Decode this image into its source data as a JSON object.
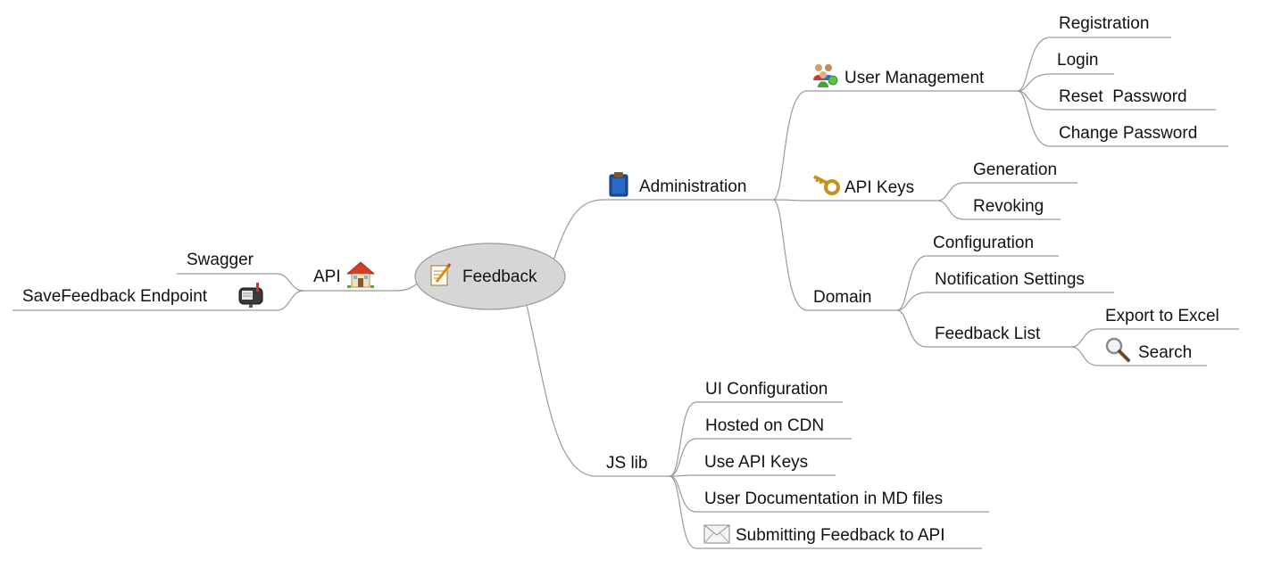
{
  "root": {
    "label": "Feedback",
    "icon": "memo-pencil-icon"
  },
  "api": {
    "label": "API",
    "icon": "house-icon",
    "children": [
      {
        "label": "Swagger"
      },
      {
        "label": "SaveFeedback Endpoint",
        "icon": "mailbox-icon"
      }
    ]
  },
  "administration": {
    "label": "Administration",
    "icon": "clipboard-icon",
    "user_management": {
      "label": "User Management",
      "icon": "users-icon",
      "children": [
        {
          "label": "Registration"
        },
        {
          "label": "Login"
        },
        {
          "label": "Reset  Password"
        },
        {
          "label": "Change Password"
        }
      ]
    },
    "api_keys": {
      "label": "API Keys",
      "icon": "key-icon",
      "children": [
        {
          "label": "Generation"
        },
        {
          "label": "Revoking"
        }
      ]
    },
    "domain": {
      "label": "Domain",
      "children": [
        {
          "label": "Configuration"
        },
        {
          "label": "Notification Settings"
        },
        {
          "label": "Feedback List"
        }
      ],
      "feedback_list_children": [
        {
          "label": "Export to Excel"
        },
        {
          "label": "Search",
          "icon": "magnifier-icon"
        }
      ]
    }
  },
  "js_lib": {
    "label": "JS lib",
    "children": [
      {
        "label": "UI Configuration"
      },
      {
        "label": "Hosted on CDN"
      },
      {
        "label": "Use API Keys"
      },
      {
        "label": "User Documentation in MD files"
      },
      {
        "label": "Submitting Feedback to API",
        "icon": "envelope-icon"
      }
    ]
  },
  "colors": {
    "root_fill": "#d6d6d6",
    "connector": "#9a9a9a",
    "text": "#111111"
  }
}
